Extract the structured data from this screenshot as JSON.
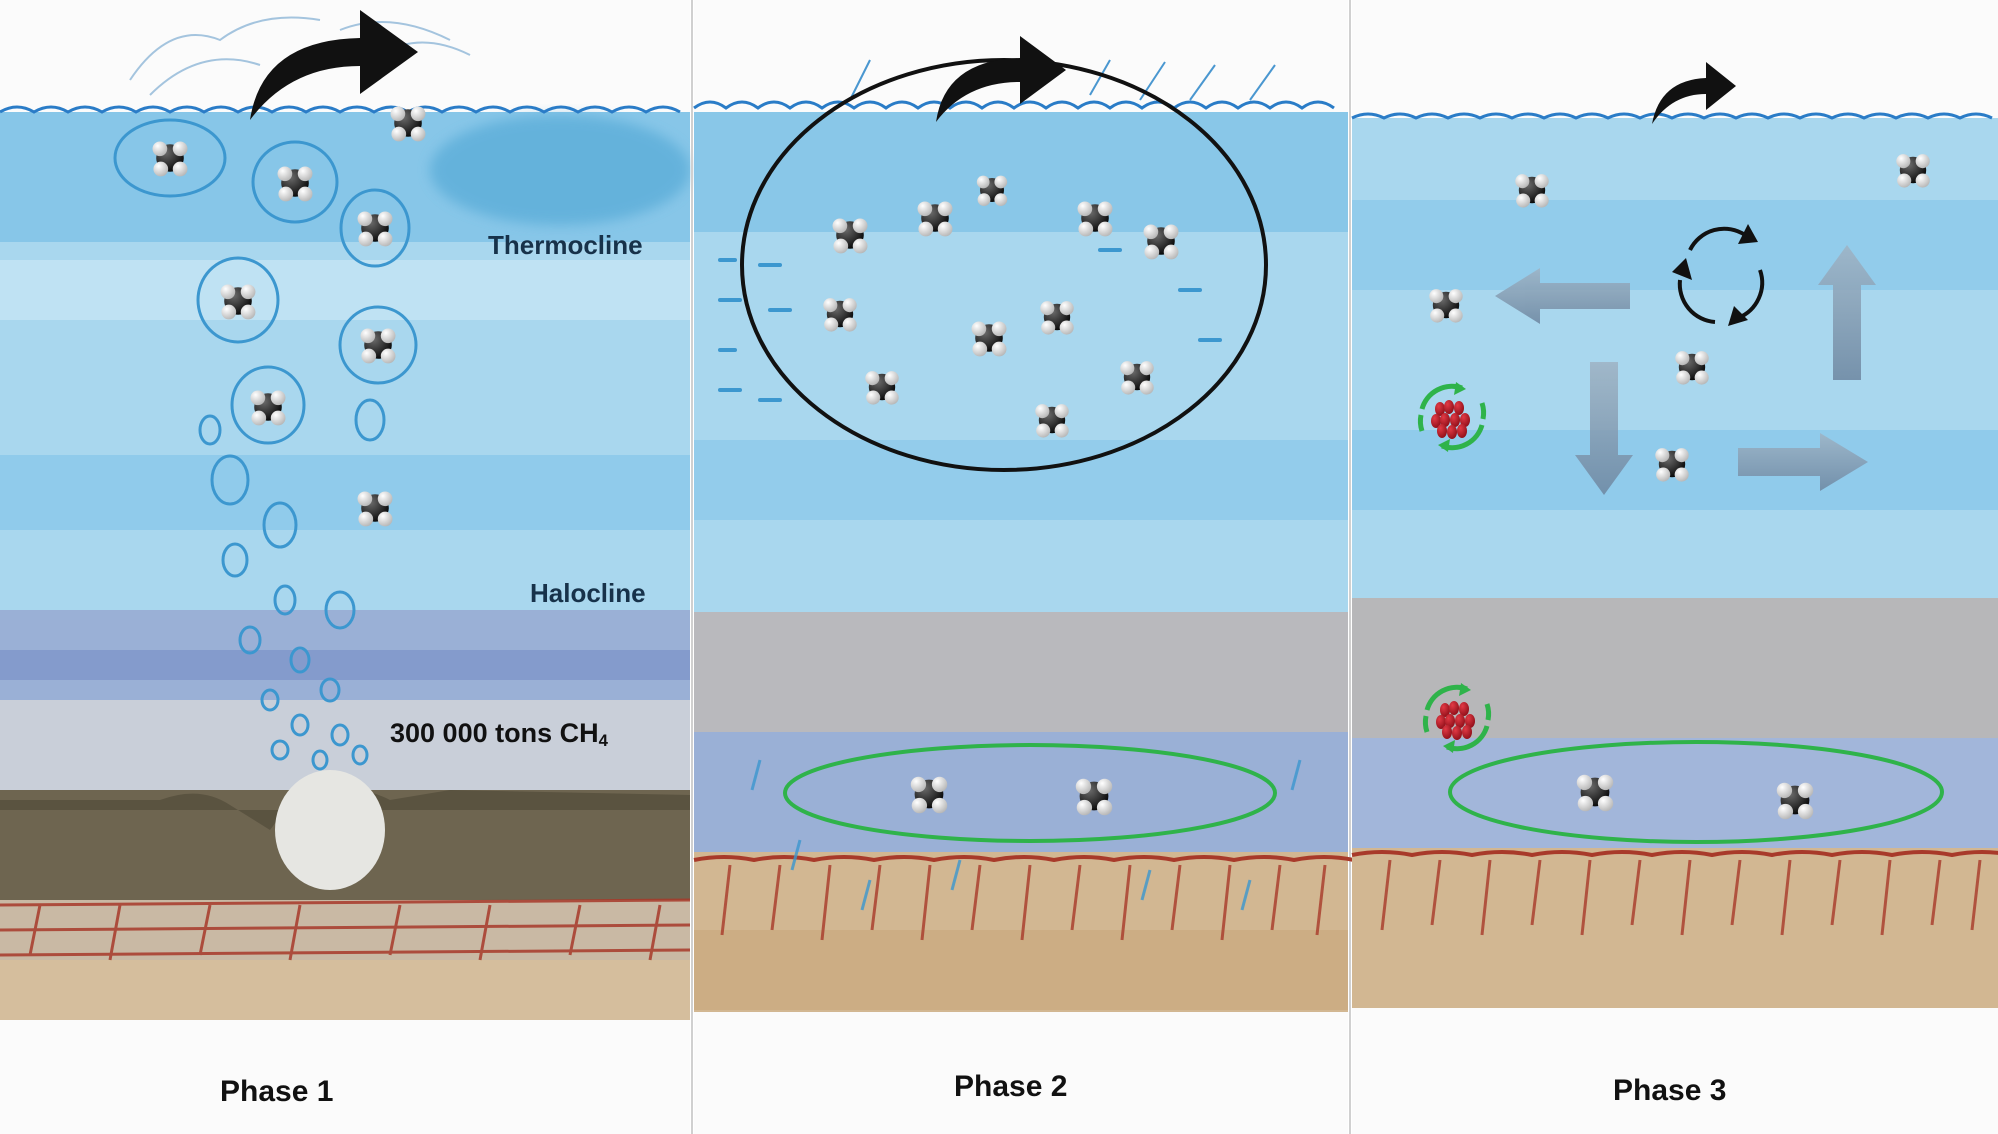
{
  "labels": {
    "thermocline": "Thermocline",
    "halocline": "Halocline",
    "amount_main": "300 000 tons CH",
    "amount_sub": "4"
  },
  "phases": [
    {
      "name": "Phase 1"
    },
    {
      "name": "Phase 2"
    },
    {
      "name": "Phase 3"
    }
  ],
  "colors": {
    "water_light": "#a9d7ee",
    "water_mid": "#6fb8e0",
    "water_dark": "#4aa6d8",
    "gray_layer": "#b9b9bd",
    "blue_layer": "#9db3d9",
    "sediment_dark": "#6e6550",
    "sediment_sand": "#d2b792",
    "rust_lines": "#a83a2a",
    "green_ring": "#2fb34a",
    "black_arrow": "#111111",
    "gray_arrow": "#7f97ad",
    "microbe_red": "#b3121f"
  },
  "icons": {
    "molecule": "methane-molecule-icon",
    "surface_arrow": "curved-arrow-icon",
    "cycle": "recycle-arrows-icon",
    "microbes": "microbe-cluster-icon"
  }
}
